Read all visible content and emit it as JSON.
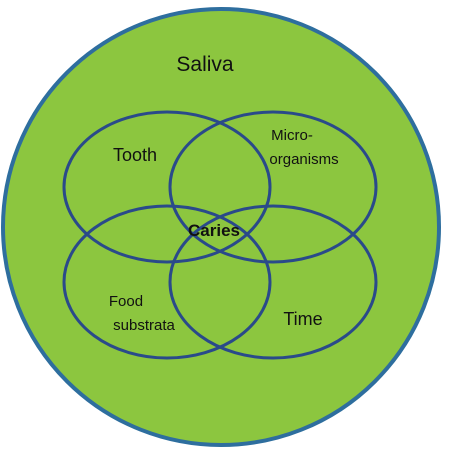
{
  "diagram": {
    "outer_label": "Saliva",
    "sets": {
      "tooth": "Tooth",
      "microorganisms_line1": "Micro-",
      "microorganisms_line2": "organisms",
      "food_line1": "Food",
      "food_line2": "substrata",
      "time": "Time"
    },
    "center_label": "Caries"
  },
  "colors": {
    "fill": "#8cc63f",
    "outer_stroke": "#2e6e9e",
    "inner_stroke": "#2a4a8a"
  }
}
